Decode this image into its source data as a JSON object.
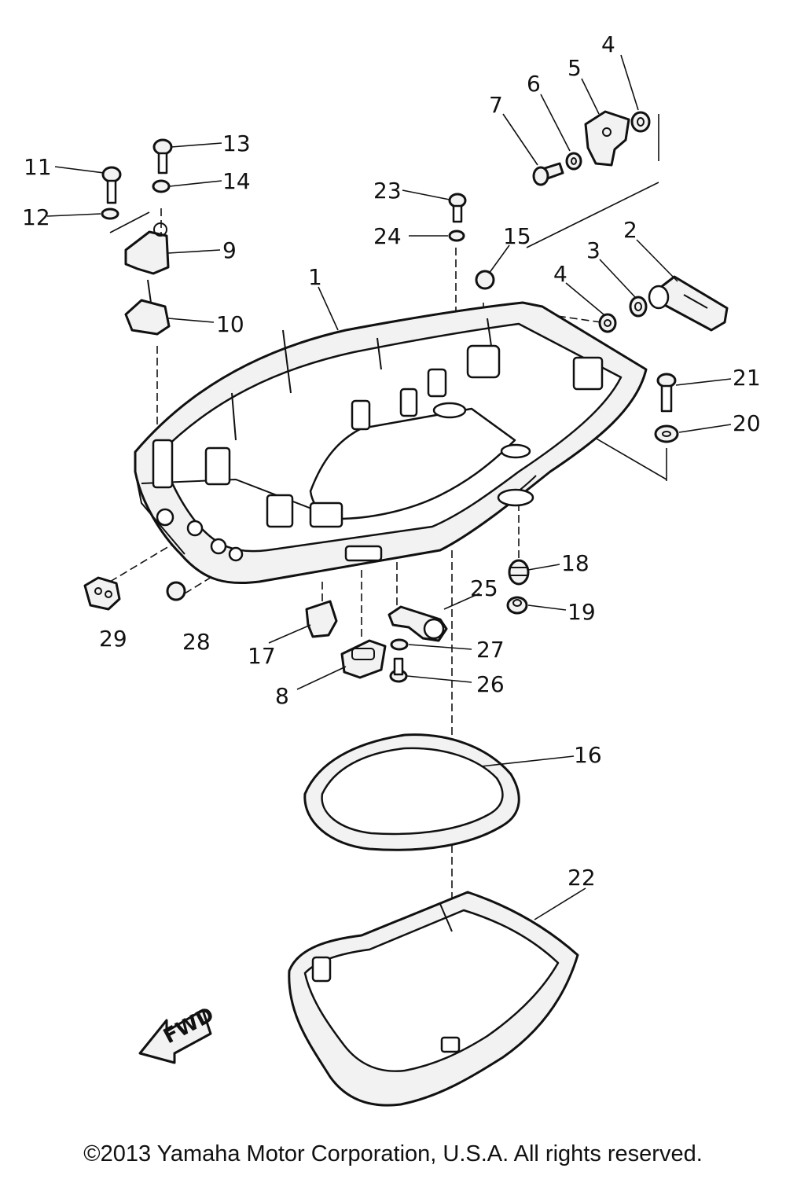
{
  "diagram": {
    "part_numbers": [
      "1",
      "2",
      "3",
      "4",
      "4",
      "5",
      "6",
      "7",
      "8",
      "9",
      "10",
      "11",
      "12",
      "13",
      "14",
      "15",
      "16",
      "17",
      "18",
      "19",
      "20",
      "21",
      "22",
      "23",
      "24",
      "25",
      "26",
      "27",
      "28",
      "29"
    ],
    "direction_arrow_label": "FWD",
    "copyright": "©2013 Yamaha Motor Corporation, U.S.A. All rights reserved."
  }
}
